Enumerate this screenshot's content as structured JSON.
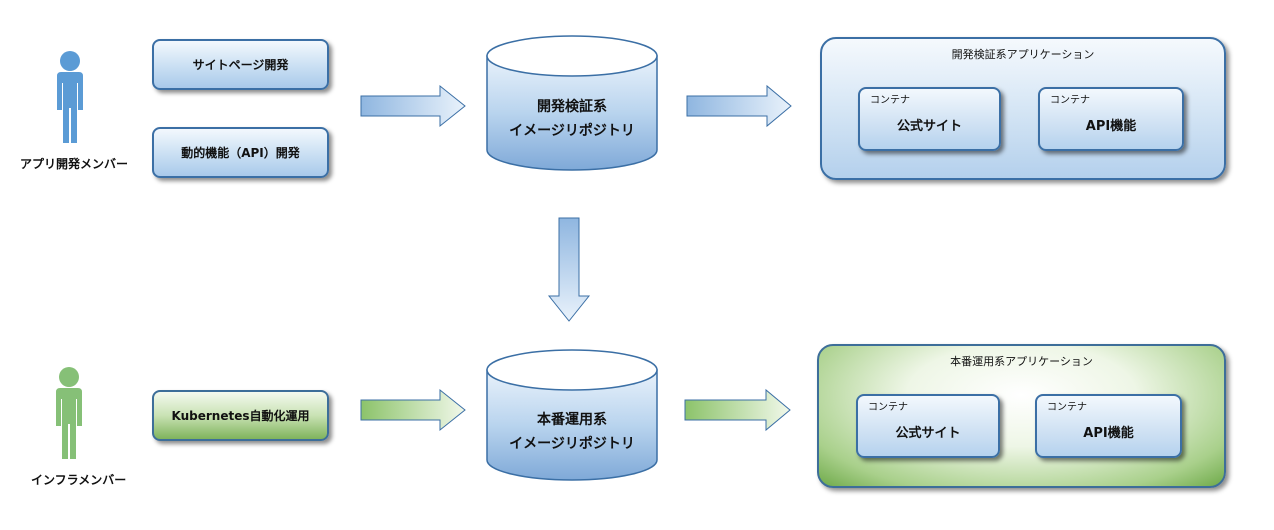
{
  "members": {
    "dev": {
      "label": "アプリ開発メンバー",
      "color": "#5b9bd5"
    },
    "infra": {
      "label": "インフラメンバー",
      "color": "#86c077"
    }
  },
  "tasks": {
    "site_page": "サイトページ開発",
    "api": "動的機能（API）開発",
    "k8s": "Kubernetes自動化運用"
  },
  "repos": {
    "dev": {
      "line1": "開発検証系",
      "line2": "イメージリポジトリ"
    },
    "prod": {
      "line1": "本番運用系",
      "line2": "イメージリポジトリ"
    }
  },
  "apps": {
    "dev": {
      "title": "開発検証系アプリケーション",
      "containers": [
        {
          "label": "コンテナ",
          "name": "公式サイト"
        },
        {
          "label": "コンテナ",
          "name": "API機能"
        }
      ]
    },
    "prod": {
      "title": "本番運用系アプリケーション",
      "containers": [
        {
          "label": "コンテナ",
          "name": "公式サイト"
        },
        {
          "label": "コンテナ",
          "name": "API機能"
        }
      ]
    }
  },
  "colors": {
    "outline": "#3b6fa5",
    "blue_fill": "#a9c9ea",
    "green_fill": "#7fb35c"
  }
}
